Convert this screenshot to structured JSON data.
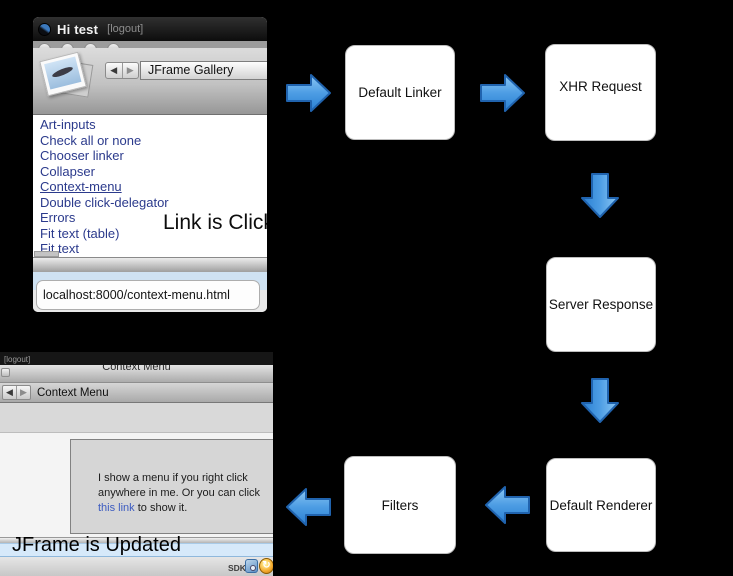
{
  "colors": {
    "background": "#000000",
    "arrow_blue": "#3f93dd",
    "link_blue": "#2b3a8c",
    "band_blue": "#cfe2f3"
  },
  "flow": {
    "boxes": [
      {
        "id": "default-linker",
        "label": "Default Linker"
      },
      {
        "id": "xhr-request",
        "label": "XHR Request"
      },
      {
        "id": "server-response",
        "label": "Server Response"
      },
      {
        "id": "default-renderer",
        "label": "Default Renderer"
      },
      {
        "id": "filters",
        "label": "Filters"
      }
    ]
  },
  "browser_top": {
    "title": "Hi test",
    "logout": "[logout]",
    "nav_back": "◀",
    "nav_forward": "▶",
    "gallery_label": "JFrame Gallery",
    "links": [
      "Art-inputs",
      "Check all or none",
      "Chooser linker",
      "Collapser",
      "Context-menu",
      "Double click-delegator",
      "Errors",
      "Fit text (table)",
      "Fit text"
    ],
    "annotation": "Link is Click",
    "status_url": "localhost:8000/context-menu.html"
  },
  "browser_bottom": {
    "logout": "[logout]",
    "window_title": "Context Menu",
    "nav_back": "◀",
    "nav_forward": "▶",
    "toolbar_label": "Context Menu",
    "message": {
      "line1": "I show a menu if you right click",
      "line2": "anywhere in me. Or you can click",
      "link_text": "this link",
      "line3_rest": " to show it."
    },
    "annotation": "JFrame is Updated",
    "statusbar": {
      "sdk_label": "SDK",
      "sync_glyph": "↻"
    }
  }
}
